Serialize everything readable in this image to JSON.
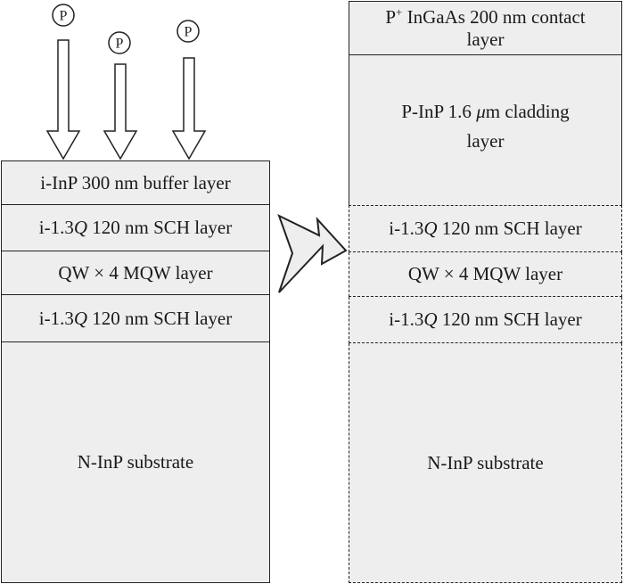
{
  "left_stack": {
    "buffer": "i-InP 300 nm buffer layer",
    "sch_top_prefix": "i-1.3",
    "sch_top_italic": "Q",
    "sch_top_suffix": " 120 nm SCH layer",
    "mqw": "QW × 4 MQW layer",
    "sch_bottom_prefix": "i-1.3",
    "sch_bottom_italic": "Q",
    "sch_bottom_suffix": " 120 nm SCH layer",
    "substrate": "N-InP substrate"
  },
  "right_stack": {
    "contact_sup": "+",
    "contact_prefix": "P",
    "contact_rest": " InGaAs 200 nm contact",
    "contact_line2": "layer",
    "cladding_prefix": "P-InP 1.6 ",
    "cladding_mu": "μ",
    "cladding_suffix": "m cladding",
    "cladding_line2": "layer",
    "sch_top_prefix": "i-1.3",
    "sch_top_italic": "Q",
    "sch_top_suffix": " 120 nm SCH layer",
    "mqw": "QW × 4 MQW layer",
    "sch_bottom_prefix": "i-1.3",
    "sch_bottom_italic": "Q",
    "sch_bottom_suffix": " 120 nm SCH layer",
    "substrate": "N-InP substrate"
  },
  "implant": {
    "ion_label": "P",
    "ion_count": 3
  },
  "colors": {
    "layer_fill": "#eeeeee",
    "stroke": "#222222"
  }
}
